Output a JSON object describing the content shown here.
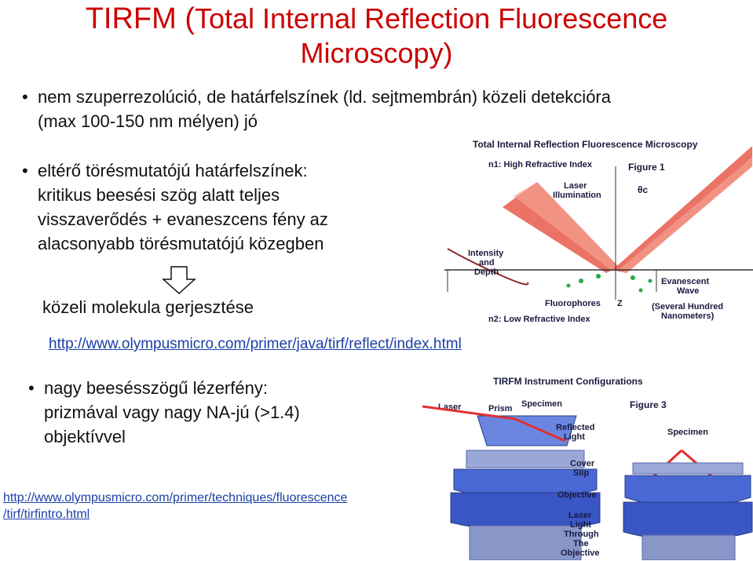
{
  "title": {
    "line1_prefix": "TIRFM (",
    "line1_rest": "Total Internal Reflection Fluorescence",
    "line2": "Microscopy)"
  },
  "bullets": {
    "b1_line1": "nem szuperrezolúció, de határfelszínek (ld. sejtmembrán) közeli detekcióra",
    "b1_line2": "(max 100-150 nm mélyen) jó",
    "b2_line1": "eltérő törésmutatójú határfelszínek:",
    "b2_line2": "kritikus beesési szög alatt teljes",
    "b2_line3": "visszaverődés + evaneszcens fény az",
    "b2_line4": "alacsonyabb törésmutatójú közegben",
    "result": "közeli molekula gerjesztése",
    "link1": "http://www.olympusmicro.com/primer/java/tirf/reflect/index.html",
    "b3_line1": "nagy beesésszögű lézerfény:",
    "b3_line2": "prizmával vagy nagy NA-jú (>1.4)",
    "b3_line3": "objektívvel",
    "link2_line1": "http://www.olympusmicro.com/primer/techniques/fluorescence",
    "link2_line2": "/tirf/tirfintro.html"
  },
  "figure1": {
    "heading": "Total Internal Reflection Fluorescence Microscopy",
    "n1": "n1: High Refractive Index",
    "figure": "Figure 1",
    "laser1": "Laser",
    "laser2": "Illumination",
    "theta": "θc",
    "intensity1": "Intensity",
    "intensity2": "and",
    "intensity3": "Depth",
    "evanescent1": "Evanescent",
    "evanescent2": "Wave",
    "fluorophores": "Fluorophores",
    "z": "Z",
    "several1": "(Several Hundred",
    "several2": "Nanometers)",
    "n2": "n2: Low Refractive Index"
  },
  "figure3": {
    "heading": "TIRFM Instrument Configurations",
    "laser": "Laser",
    "prism": "Prism",
    "specimen": "Specimen",
    "figure": "Figure 3",
    "reflected1": "Reflected",
    "reflected2": "Light",
    "specimen2": "Specimen",
    "cover1": "Cover",
    "cover2": "Slip",
    "objective": "Objective",
    "laser_light1": "Laser",
    "laser_light2": "Light",
    "laser_light3": "Through",
    "laser_light4": "The",
    "laser_light5": "Objective"
  },
  "colors": {
    "title": "#cc0000",
    "link": "#1a3fa8",
    "beam": "#e03030",
    "glass": "#3a5ccf"
  }
}
